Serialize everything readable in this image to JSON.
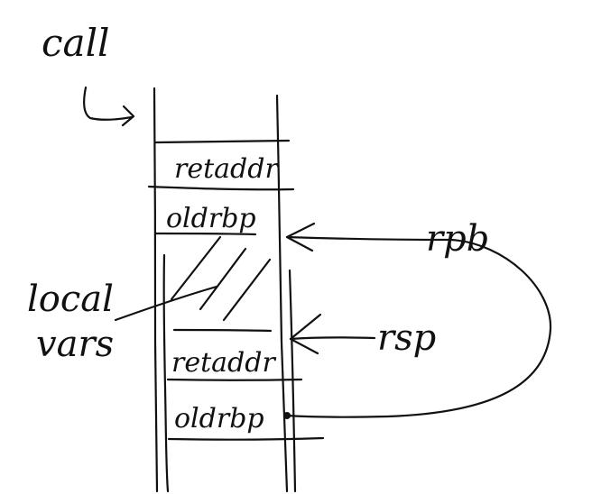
{
  "labels": {
    "call": "call",
    "local_vars_line1": "local",
    "local_vars_line2": "vars",
    "rpb": "rpb",
    "rsp": "rsp"
  },
  "stack_cells": {
    "top_retaddr": "retaddr",
    "top_oldrbp": "oldrbp",
    "bottom_retaddr": "retaddr",
    "bottom_oldrbp": "oldrbp"
  },
  "colors": {
    "ink": "#111111",
    "paper": "#ffffff"
  }
}
